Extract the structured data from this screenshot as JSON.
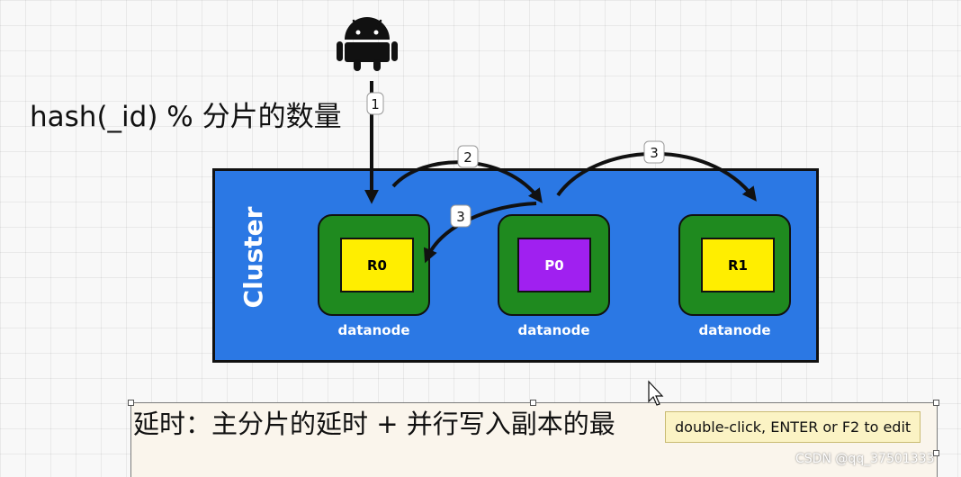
{
  "formula": "hash(_id) % 分片的数量",
  "cluster": {
    "label": "Cluster",
    "fill": "#2b78e4",
    "nodes": [
      {
        "shard": "R0",
        "shard_color": "#ffee00",
        "caption": "datanode"
      },
      {
        "shard": "P0",
        "shard_color": "#a020f0",
        "caption": "datanode"
      },
      {
        "shard": "R1",
        "shard_color": "#ffee00",
        "caption": "datanode"
      }
    ]
  },
  "steps": [
    "1",
    "2",
    "3",
    "3"
  ],
  "client_icon": "android-icon",
  "bottom_text": "延时：主分片的延时 + 并行写入副本的最",
  "tooltip": "double-click, ENTER or F2 to edit",
  "watermark": "CSDN @qq_37501333"
}
